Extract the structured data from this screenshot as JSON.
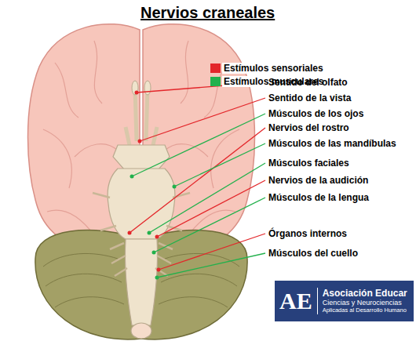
{
  "diagram": {
    "title": "Nervios craneales",
    "nodes": [
      {
        "text": [
          "AE",
          "Asociación Educar",
          "Ciencias y Neurociencias",
          "Aplicadas al Desarrollo Humano"
        ]
      }
    ],
    "labels": [
      "Sentido del olfato",
      "Sentido de la vista",
      "Músculos de los ojos",
      "Nervios del rostro",
      "Músculos de las mandíbulas",
      "Músculos faciales",
      "Nervios de la audición",
      "Músculos de la lengua",
      "Órganos internos",
      "Músculos del cuello"
    ],
    "legend": [
      {
        "text": "Estímulos sensoriales",
        "color": "#e3262a"
      },
      {
        "text": "Estímulos musculares",
        "color": "#22b14c"
      }
    ]
  }
}
